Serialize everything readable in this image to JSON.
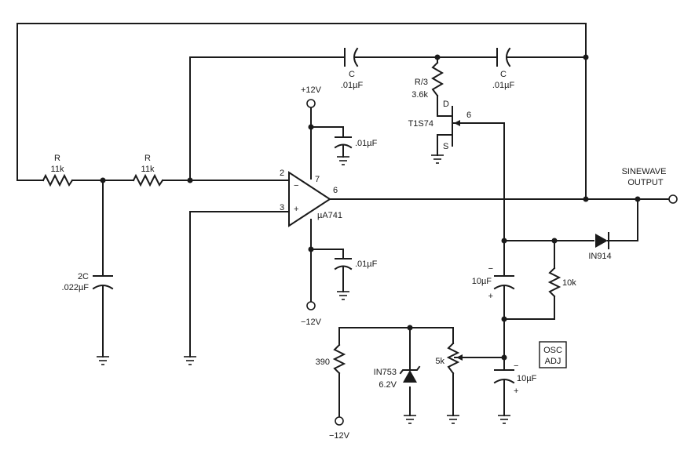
{
  "labels": {
    "r1_name": "R",
    "r1_value": "11k",
    "r2_name": "R",
    "r2_value": "11k",
    "c2c_name": "2C",
    "c2c_value": ".022µF",
    "c_top1_name": "C",
    "c_top1_value": ".01µF",
    "c_top2_name": "C",
    "c_top2_value": ".01µF",
    "r3_name": "R/3",
    "r3_value": "3.6k",
    "fet_name": "T1S74",
    "fet_d": "D",
    "fet_s": "S",
    "fet_gate_pin": "6",
    "vplus": "+12V",
    "vminus": "−12V",
    "bypass_top": ".01µF",
    "bypass_bot": ".01µF",
    "opamp_name": "µA741",
    "pin2": "2",
    "pin3": "3",
    "pin6": "6",
    "pin7": "7",
    "opamp_minus": "−",
    "opamp_plus": "+",
    "output_line1": "SINEWAVE",
    "output_line2": "OUTPUT",
    "diode_name": "IN914",
    "c10a_value": "10µF",
    "c10b_value": "10µF",
    "cap_minus": "−",
    "cap_plus": "+",
    "r10k_value": "10k",
    "r390_value": "390",
    "zener_name": "IN753",
    "zener_value": "6.2V",
    "pot_value": "5k",
    "osc_line1": "OSC",
    "osc_line2": "ADJ",
    "vminus_bottom": "−12V"
  }
}
